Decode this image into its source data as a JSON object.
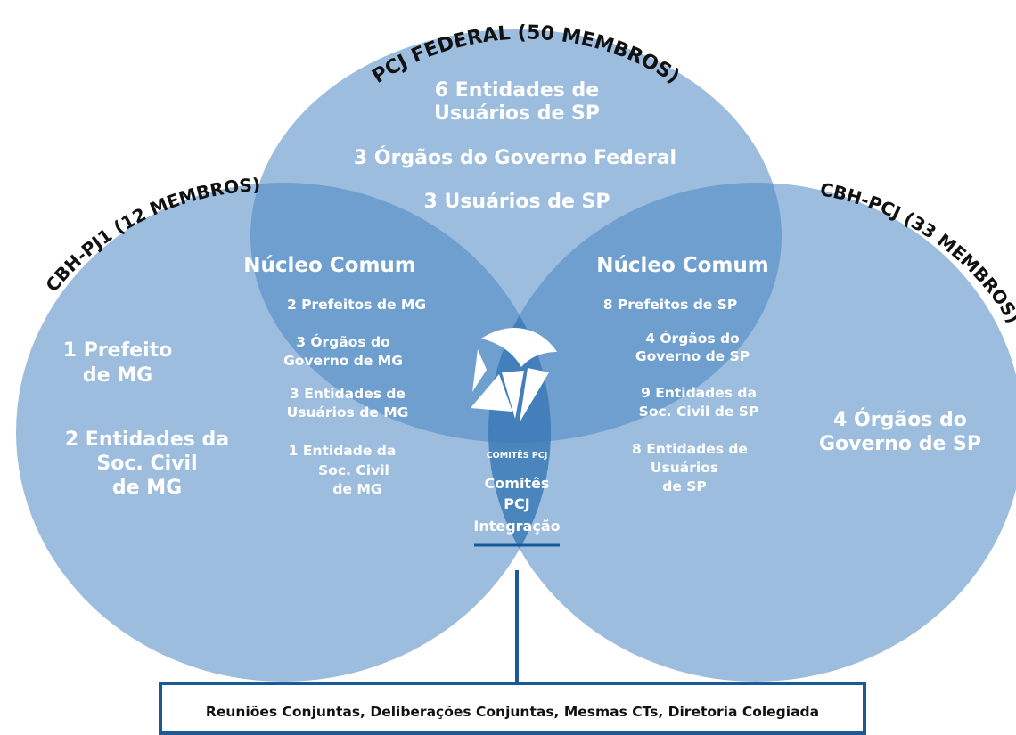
{
  "colors": {
    "circle_fill": "#4a86c2",
    "center_fill": "#2e6fb0",
    "connector": "#1a5a99",
    "label_text": "#111111",
    "body_text": "#ffffff"
  },
  "circles": {
    "top": {
      "title": "PCJ FEDERAL (50 MEMBROS)",
      "lines": [
        "6 Entidades de",
        "Usuários de SP",
        "3 Órgãos do Governo Federal",
        "3 Usuários de SP"
      ]
    },
    "left": {
      "title": "CBH-PJ1 (12 MEMBROS)",
      "lines": [
        "1 Prefeito",
        "de MG",
        "2 Entidades da",
        "Soc. Civil",
        "de MG"
      ]
    },
    "right": {
      "title": "CBH-PCJ (33 MEMBROS)",
      "lines": [
        "4 Órgãos do",
        "Governo de SP"
      ]
    }
  },
  "overlaps": {
    "left": {
      "heading": "Núcleo Comum",
      "lines": [
        "2 Prefeitos de MG",
        "3 Órgãos do",
        "Governo de MG",
        "3 Entidades de",
        "Usuários de MG",
        "1 Entidade da",
        "Soc. Civil",
        "de MG"
      ]
    },
    "right": {
      "heading": "Núcleo Comum",
      "lines": [
        "8 Prefeitos de SP",
        "4 Órgãos do",
        "Governo de SP",
        "9 Entidades da",
        "Soc. Civil de SP",
        "8 Entidades de",
        "Usuários",
        "de SP"
      ]
    }
  },
  "center": {
    "logo_icon": "comites-pcj-logo",
    "logo_caption": "COMITÊS PCJ",
    "lines": [
      "Comitês",
      "PCJ",
      "Integração"
    ]
  },
  "footer": {
    "text": "Reuniões Conjuntas, Deliberações Conjuntas, Mesmas CTs, Diretoria Colegiada"
  }
}
